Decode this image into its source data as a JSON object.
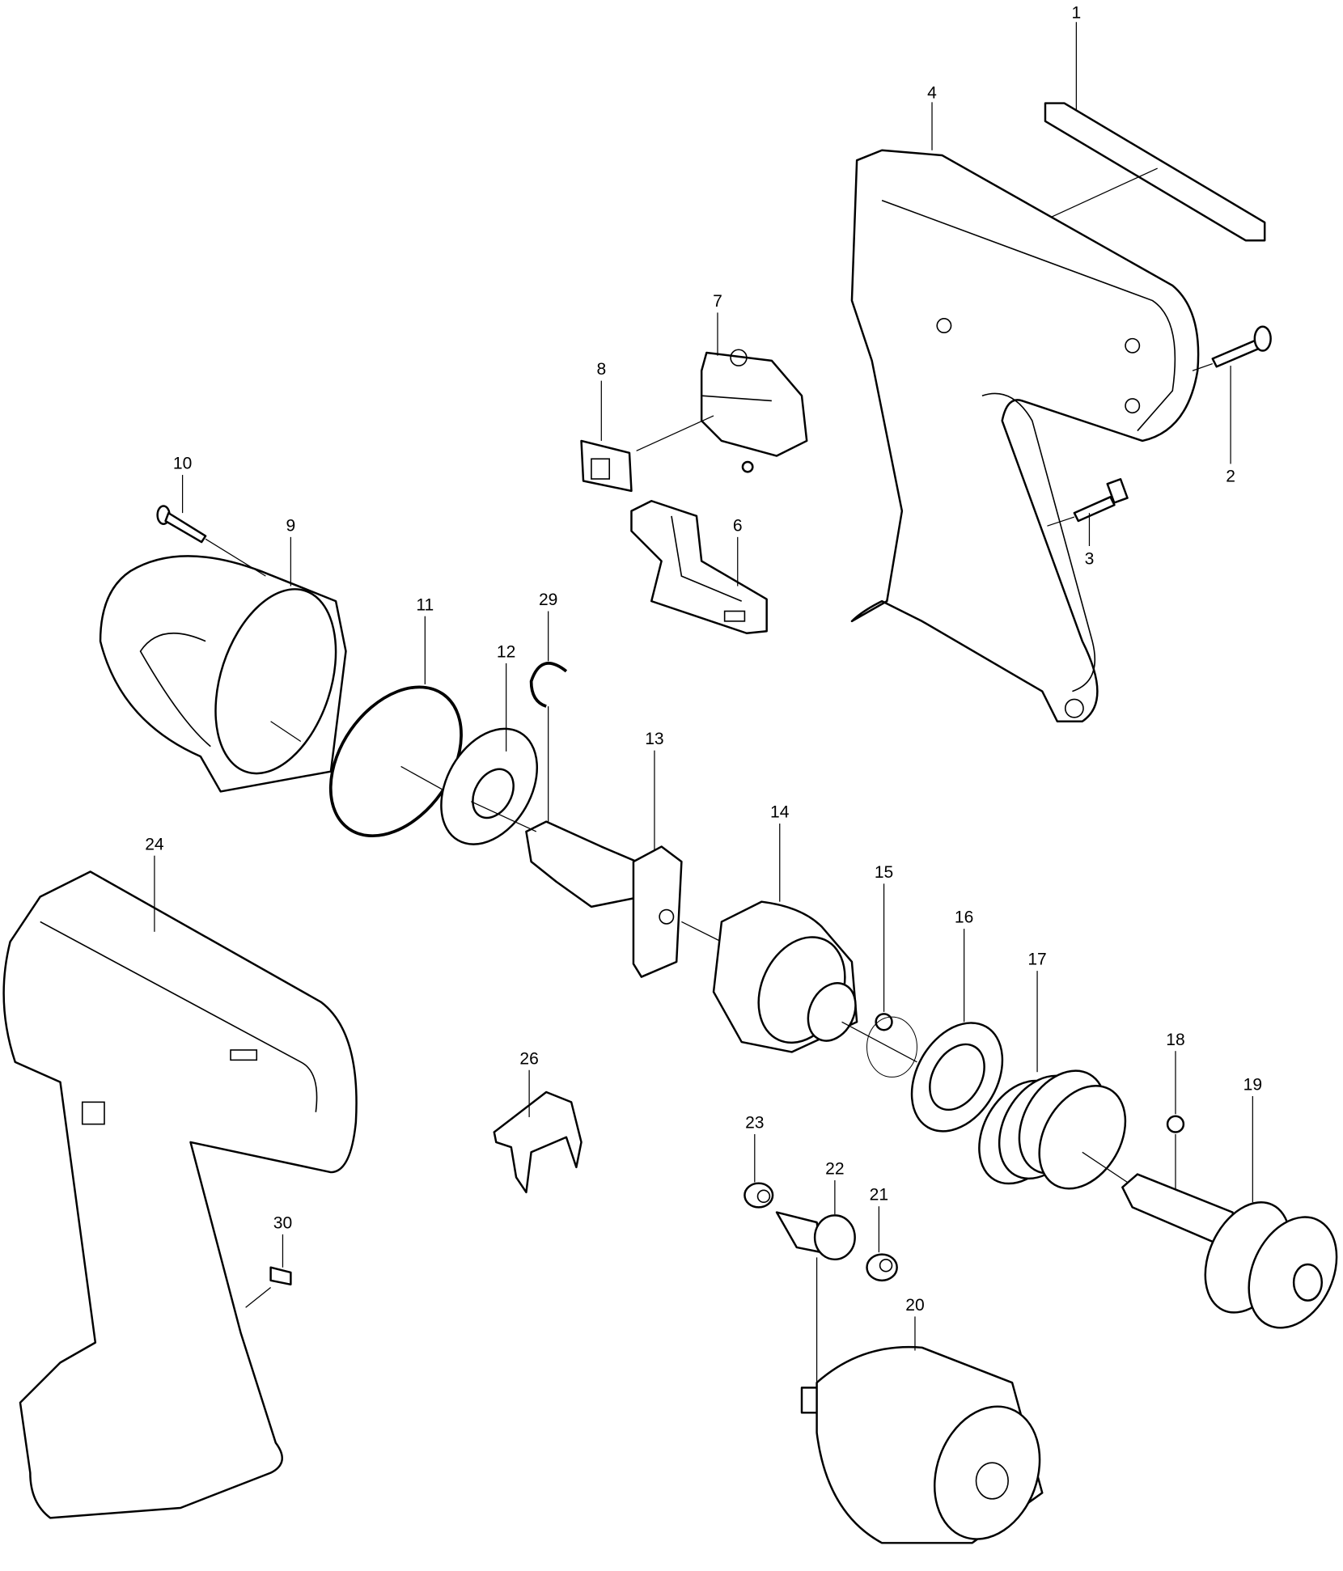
{
  "diagram": {
    "type": "exploded parts diagram",
    "labels": [
      {
        "id": "1",
        "text": "1"
      },
      {
        "id": "2",
        "text": "2"
      },
      {
        "id": "3",
        "text": "3"
      },
      {
        "id": "4",
        "text": "4"
      },
      {
        "id": "6",
        "text": "6"
      },
      {
        "id": "7",
        "text": "7"
      },
      {
        "id": "8",
        "text": "8"
      },
      {
        "id": "9",
        "text": "9"
      },
      {
        "id": "10",
        "text": "10"
      },
      {
        "id": "11",
        "text": "11"
      },
      {
        "id": "12",
        "text": "12"
      },
      {
        "id": "13",
        "text": "13"
      },
      {
        "id": "14",
        "text": "14"
      },
      {
        "id": "15",
        "text": "15"
      },
      {
        "id": "16",
        "text": "16"
      },
      {
        "id": "17",
        "text": "17"
      },
      {
        "id": "18",
        "text": "18"
      },
      {
        "id": "19",
        "text": "19"
      },
      {
        "id": "20",
        "text": "20"
      },
      {
        "id": "21",
        "text": "21"
      },
      {
        "id": "22",
        "text": "22"
      },
      {
        "id": "23",
        "text": "23"
      },
      {
        "id": "24",
        "text": "24"
      },
      {
        "id": "26",
        "text": "26"
      },
      {
        "id": "29",
        "text": "29"
      },
      {
        "id": "30",
        "text": "30"
      }
    ]
  }
}
